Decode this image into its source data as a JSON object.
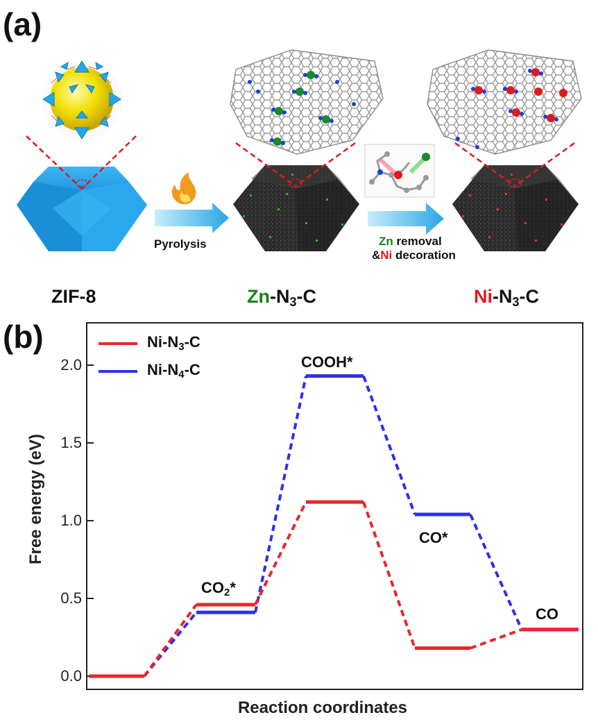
{
  "panel_a": {
    "letter": "(a)",
    "zif8_label": "ZIF-8",
    "arrow1_label": "Pyrolysis",
    "zn_label": {
      "metal": "Zn",
      "rest": "-N",
      "sub": "3",
      "tail": "-C"
    },
    "arrow2_line1_metal": "Zn",
    "arrow2_line1_rest": " removal",
    "arrow2_line2_pre": "&",
    "arrow2_line2_metal": "Ni",
    "arrow2_line2_rest": " decoration",
    "ni_label": {
      "metal": "Ni",
      "rest": "-N",
      "sub": "3",
      "tail": "-C"
    },
    "colors": {
      "zif_blue": "#1fa2e8",
      "zn_green": "#1a7f1a",
      "ni_red": "#e0191c",
      "carbon": "#2b2b2b",
      "arrow": "#36aee6"
    },
    "icons": [
      "flame-icon",
      "arrow-right-icon"
    ]
  },
  "panel_b": {
    "letter": "(b)",
    "legend": {
      "items": [
        {
          "prefix": "Ni-N",
          "sub": "3",
          "suffix": "-C",
          "color": "#e8262b"
        },
        {
          "prefix": "Ni-N",
          "sub": "4",
          "suffix": "-C",
          "color": "#2f2fe8"
        }
      ]
    },
    "state_labels": {
      "co2": {
        "text": "CO",
        "sub": "2",
        "tail": "*"
      },
      "cooh": "COOH*",
      "co_star": "CO*",
      "co": "CO"
    }
  },
  "chart_data": {
    "type": "line",
    "subtype": "free-energy step diagram",
    "xlabel": "Reaction coordinates",
    "ylabel": "Free energy (eV)",
    "ylim": [
      -0.05,
      2.2
    ],
    "yticks": [
      "0.0",
      "0.5",
      "1.0",
      "1.5",
      "2.0"
    ],
    "steps": [
      "*",
      "CO2*",
      "COOH*",
      "CO*",
      "CO"
    ],
    "series": [
      {
        "name": "Ni-N3-C",
        "color": "#e8262b",
        "values": [
          0.0,
          0.46,
          1.12,
          0.18,
          0.3
        ]
      },
      {
        "name": "Ni-N4-C",
        "color": "#2f2fe8",
        "values": [
          0.0,
          0.41,
          1.93,
          1.04,
          0.3
        ]
      }
    ],
    "grid": false,
    "legend_position": "top-left"
  }
}
